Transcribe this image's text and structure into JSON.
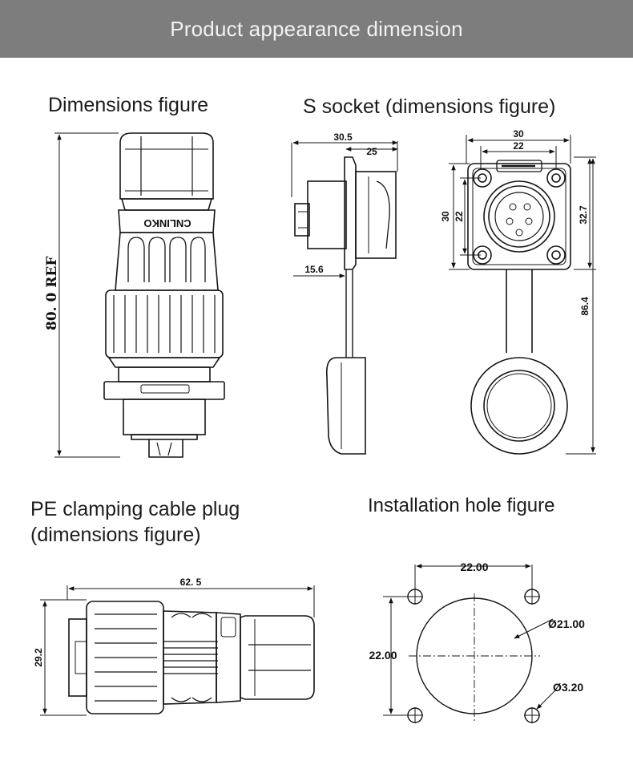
{
  "banner": {
    "title": "Product appearance dimension",
    "background": "#7d7d7d",
    "text_color": "#f2f2f2"
  },
  "figures": {
    "dimensions": {
      "heading": "Dimensions figure",
      "ref_length": "80. 0 REF",
      "brand": "CNLINKO"
    },
    "socket": {
      "heading": "S socket (dimensions figure)",
      "side": {
        "overall": "30.5",
        "body": "25",
        "flange": "15.6"
      },
      "front": {
        "width_outer": "30",
        "width_inner": "22",
        "height_outer": "30",
        "height_inner": "22",
        "height_flange": "32.7",
        "height_total": "86.4"
      }
    },
    "plug": {
      "heading_line1": "PE clamping cable plug",
      "heading_line2": "(dimensions figure)",
      "length": "62. 5",
      "diameter": "29.2"
    },
    "hole": {
      "heading": "Installation hole figure",
      "horizontal_spacing": "22.00",
      "vertical_spacing": "22.00",
      "center_hole_diameter": "Ø21.00",
      "mount_hole_diameter": "Ø3.20"
    }
  }
}
